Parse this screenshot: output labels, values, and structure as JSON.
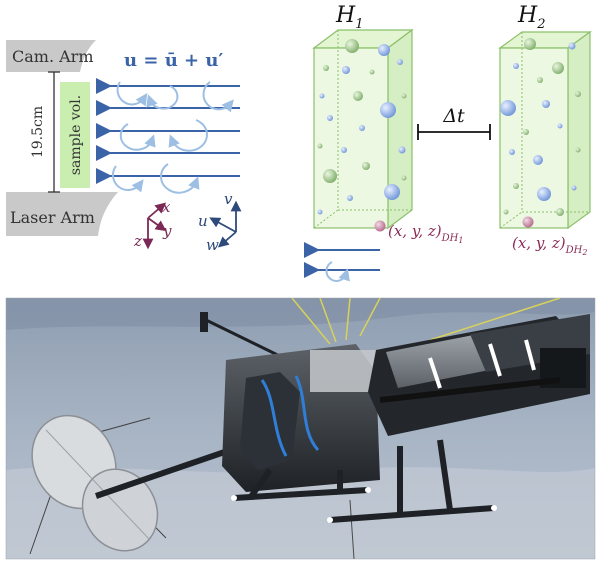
{
  "schematic": {
    "cam_arm_label": "Cam. Arm",
    "laser_arm_label": "Laser Arm",
    "distance_label": "19.5cm",
    "sample_volume_label": "sample vol.",
    "velocity_equation": "u = ū + u′",
    "axes_sample": {
      "x": "x",
      "y": "y",
      "z": "z"
    },
    "axes_velocity": {
      "u": "u",
      "v": "v",
      "w": "w"
    }
  },
  "holograms": {
    "first": {
      "label": "H",
      "subscript": "1",
      "position_label": "(x, y, z)",
      "position_subscript": "DH",
      "position_subscript_index": "1"
    },
    "second": {
      "label": "H",
      "subscript": "2",
      "position_label": "(x, y, z)",
      "position_subscript": "DH",
      "position_subscript_index": "2"
    },
    "time_step_label": "Δt"
  },
  "photo": {
    "subject": "airborne holographic instrument suspended under tether with circular drag disk"
  },
  "colors": {
    "flow_arrows": "#3b63a8",
    "eddies": "#9dbfe3",
    "sample_volume": "#c9eeb0",
    "box_fill": "#e3f5d3",
    "box_stroke": "#8bc06a",
    "particle_highlight": "#b4688a",
    "position_text": "#8a2d56",
    "arm_gray": "#c9c9c9",
    "sky": "#a4b2c2"
  }
}
